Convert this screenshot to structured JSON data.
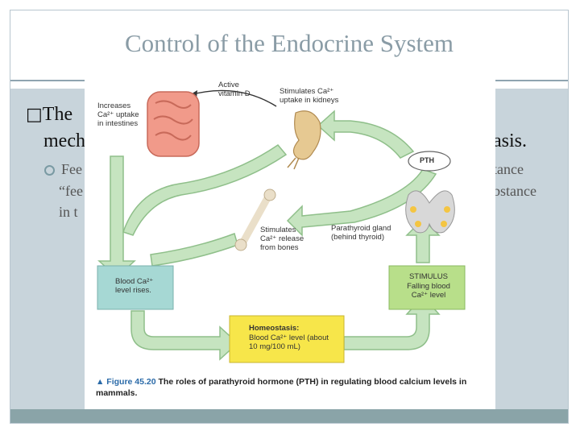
{
  "slide": {
    "title": "Control of the Endocrine System",
    "bullet_main_start": "The",
    "bullet_main_marker": "□",
    "bullet_line2_start": "mech",
    "bullet_line2_end": "asis.",
    "sub_start": "Fee",
    "sub_line2_start": "“fee",
    "sub_line3_start": "in t",
    "sub_right1": "tance",
    "sub_right2": "bstance"
  },
  "figure": {
    "labels": {
      "increases": "Increases Ca²⁺ uptake in intestines",
      "vitamin_d": "Active vitamin D",
      "stimulates_kidneys": "Stimulates Ca²⁺ uptake in kidneys",
      "pth": "PTH",
      "parathyroid": "Parathyroid gland (behind thyroid)",
      "bones": "Stimulates Ca²⁺ release from bones",
      "blood_rises": "Blood Ca²⁺ level rises.",
      "stimulus_title": "STIMULUS",
      "stimulus_text": "Falling blood Ca²⁺ level",
      "homeostasis_title": "Homeostasis:",
      "homeostasis_text": "Blood Ca²⁺ level (about 10 mg/100 mL)"
    },
    "caption_figure": "▲ Figure 45.20",
    "caption_text": "The roles of parathyroid hormone (PTH) in regulating blood calcium levels in mammals.",
    "colors": {
      "arrow_green": "#c6e4c0",
      "arrow_stroke": "#8fbf8a",
      "box_teal": "#a6d8d4",
      "box_green": "#b8df8a",
      "box_yellow": "#f7e64a",
      "caption_blue": "#2a6aa8"
    }
  }
}
